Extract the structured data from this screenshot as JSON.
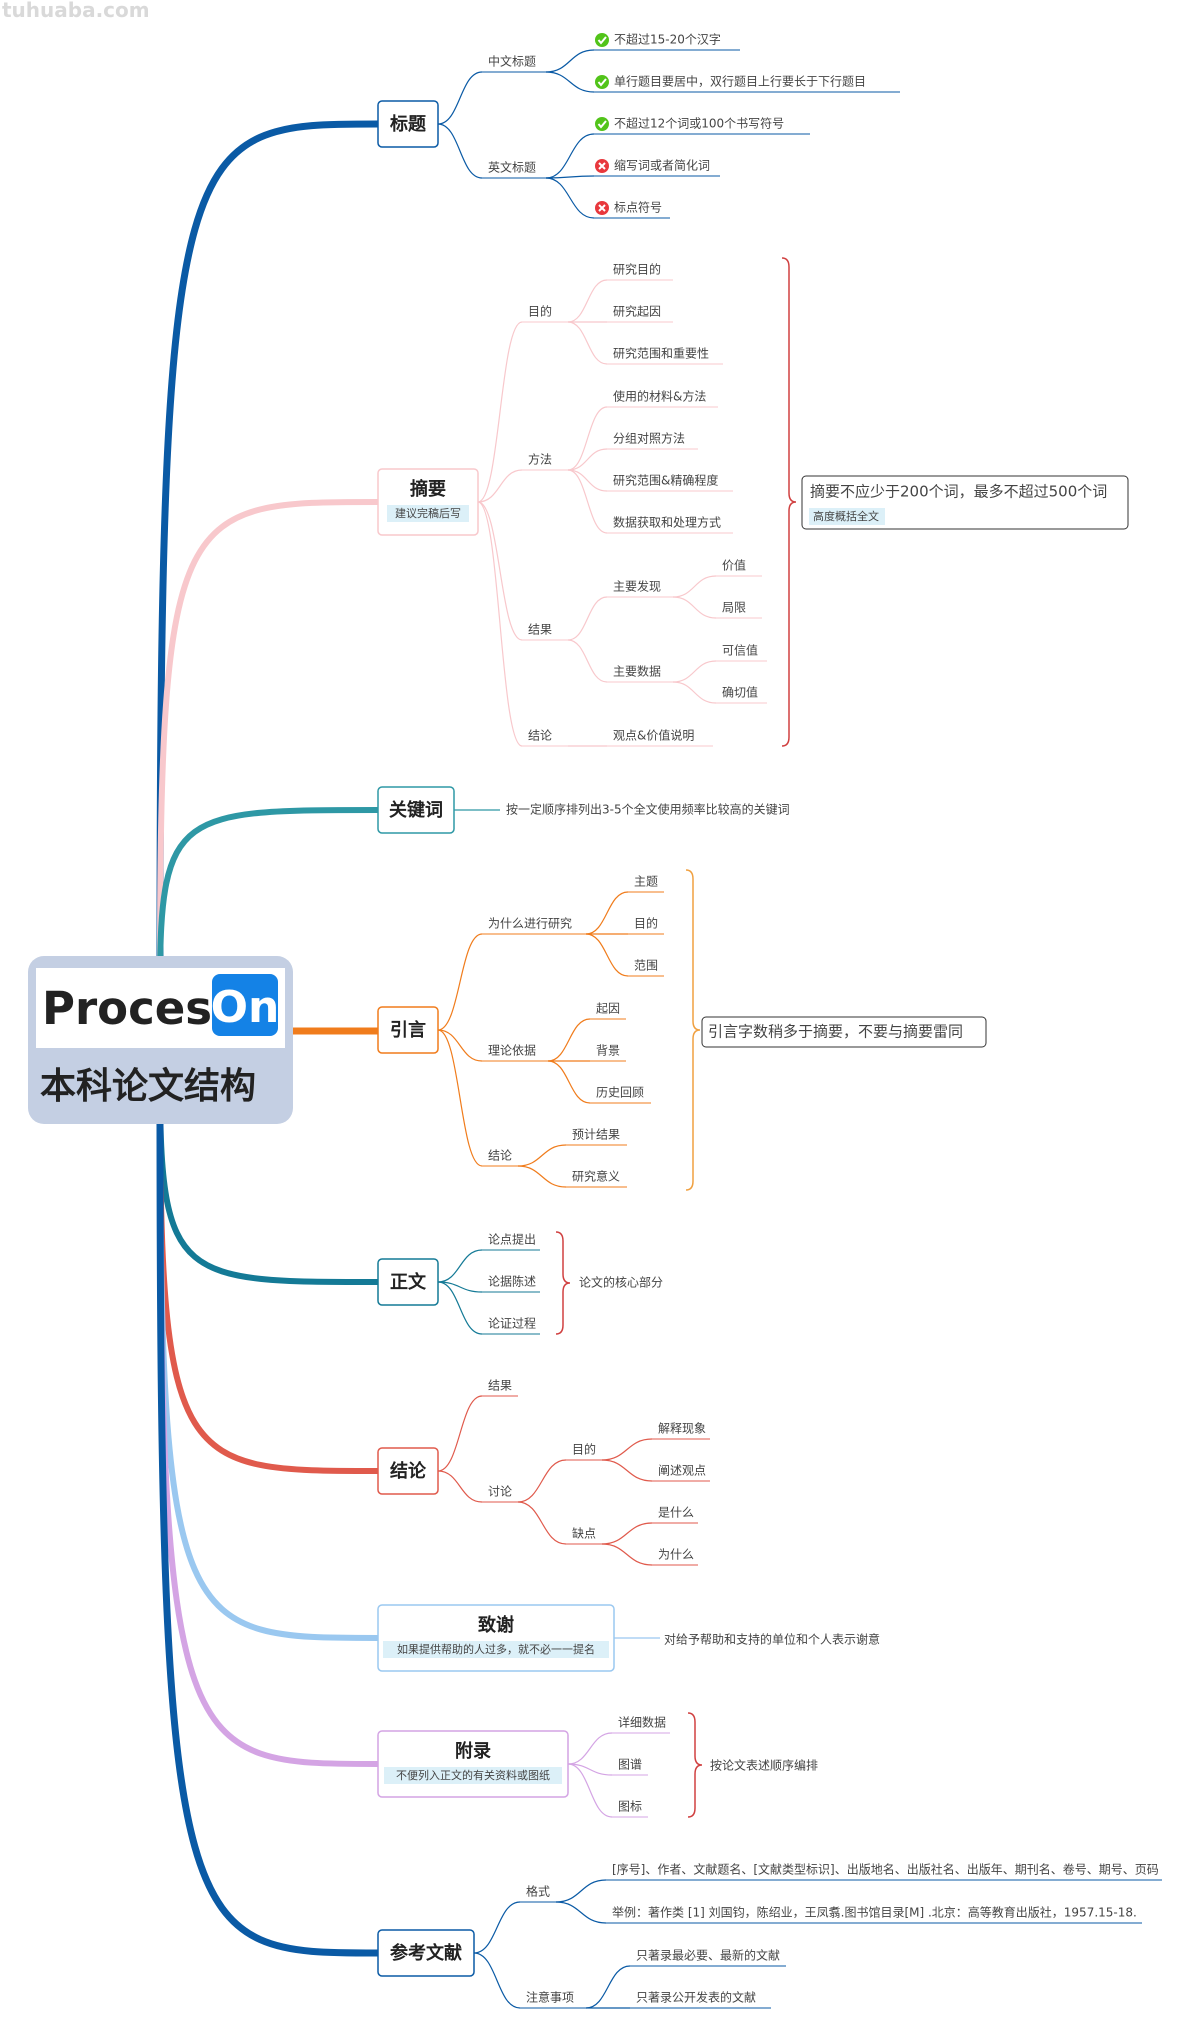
{
  "watermark": "tuhuaba.com",
  "root": {
    "brand": "Process",
    "brand_badge": "On",
    "title": "本科论文结构"
  },
  "colors": {
    "title": "#0a5aa5",
    "abstract": "#f8c8cc",
    "keywords": "#2e98a5",
    "intro": "#f07c1c",
    "body": "#147a96",
    "conclusion": "#e05a4c",
    "thanks": "#9ac8f0",
    "appendix": "#d4a4e4",
    "refs": "#0a5aa5",
    "check": "#52c41a",
    "cross": "#e8383d"
  },
  "branches": [
    {
      "id": "title",
      "label": "标题",
      "children": [
        {
          "label": "中文标题",
          "children": [
            {
              "label": "不超过15-20个汉字",
              "icon": "check-icon"
            },
            {
              "label": "单行题目要居中，双行题目上行要长于下行题目",
              "icon": "check-icon"
            }
          ]
        },
        {
          "label": "英文标题",
          "children": [
            {
              "label": "不超过12个词或100个书写符号",
              "icon": "check-icon"
            },
            {
              "label": "缩写词或者简化词",
              "icon": "cross-icon"
            },
            {
              "label": "标点符号",
              "icon": "cross-icon"
            }
          ]
        }
      ]
    },
    {
      "id": "abstract",
      "label": "摘要",
      "note": "建议完稿后写",
      "children": [
        {
          "label": "目的",
          "children": [
            {
              "label": "研究目的"
            },
            {
              "label": "研究起因"
            },
            {
              "label": "研究范围和重要性"
            }
          ]
        },
        {
          "label": "方法",
          "children": [
            {
              "label": "使用的材料&方法"
            },
            {
              "label": "分组对照方法"
            },
            {
              "label": "研究范围&精确程度"
            },
            {
              "label": "数据获取和处理方式"
            }
          ]
        },
        {
          "label": "结果",
          "children": [
            {
              "label": "主要发现",
              "children": [
                {
                  "label": "价值"
                },
                {
                  "label": "局限"
                }
              ]
            },
            {
              "label": "主要数据",
              "children": [
                {
                  "label": "可信值"
                },
                {
                  "label": "确切值"
                }
              ]
            }
          ]
        },
        {
          "label": "结论",
          "children": [
            {
              "label": "观点&价值说明"
            }
          ]
        }
      ],
      "summary": {
        "label": "摘要不应少于200个词，最多不超过500个词",
        "note": "高度概括全文"
      }
    },
    {
      "id": "keywords",
      "label": "关键词",
      "children": [
        {
          "label": "按一定顺序排列出3-5个全文使用频率比较高的关键词"
        }
      ]
    },
    {
      "id": "intro",
      "label": "引言",
      "children": [
        {
          "label": "为什么进行研究",
          "children": [
            {
              "label": "主题"
            },
            {
              "label": "目的"
            },
            {
              "label": "范围"
            }
          ]
        },
        {
          "label": "理论依据",
          "children": [
            {
              "label": "起因"
            },
            {
              "label": "背景"
            },
            {
              "label": "历史回顾"
            }
          ]
        },
        {
          "label": "结论",
          "children": [
            {
              "label": "预计结果"
            },
            {
              "label": "研究意义"
            }
          ]
        }
      ],
      "summary": {
        "label": "引言字数稍多于摘要，不要与摘要雷同"
      }
    },
    {
      "id": "body",
      "label": "正文",
      "children": [
        {
          "label": "论点提出"
        },
        {
          "label": "论据陈述"
        },
        {
          "label": "论证过程"
        }
      ],
      "summary": {
        "label": "论文的核心部分"
      }
    },
    {
      "id": "conclusion",
      "label": "结论",
      "children": [
        {
          "label": "结果"
        },
        {
          "label": "讨论",
          "children": [
            {
              "label": "目的",
              "children": [
                {
                  "label": "解释现象"
                },
                {
                  "label": "阐述观点"
                }
              ]
            },
            {
              "label": "缺点",
              "children": [
                {
                  "label": "是什么"
                },
                {
                  "label": "为什么"
                }
              ]
            }
          ]
        }
      ]
    },
    {
      "id": "thanks",
      "label": "致谢",
      "note": "如果提供帮助的人过多，就不必一一提名",
      "children": [
        {
          "label": "对给予帮助和支持的单位和个人表示谢意"
        }
      ]
    },
    {
      "id": "appendix",
      "label": "附录",
      "note": "不便列入正文的有关资料或图纸",
      "children": [
        {
          "label": "详细数据"
        },
        {
          "label": "图谱"
        },
        {
          "label": "图标"
        }
      ],
      "summary": {
        "label": "按论文表述顺序编排"
      }
    },
    {
      "id": "refs",
      "label": "参考文献",
      "children": [
        {
          "label": "格式",
          "children": [
            {
              "label": "[序号]、作者、文献题名、[文献类型标识]、出版地名、出版社名、出版年、期刊名、卷号、期号、页码"
            },
            {
              "label": "举例：著作类 [1] 刘国钧，陈绍业，王凤翥.图书馆目录[M] .北京：高等教育出版社，1957.15-18."
            }
          ]
        },
        {
          "label": "注意事项",
          "children": [
            {
              "label": "只著录最必要、最新的文献"
            },
            {
              "label": "只著录公开发表的文献"
            }
          ]
        }
      ]
    }
  ]
}
